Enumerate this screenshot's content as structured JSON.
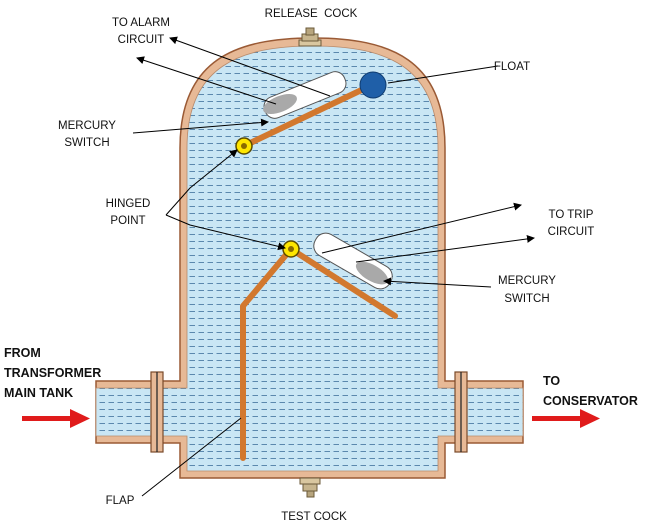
{
  "labels": {
    "release_cock": "RELEASE  COCK",
    "to_alarm_line1": "TO ALARM",
    "to_alarm_line2": "CIRCUIT",
    "float": "FLOAT",
    "mercury_top_line1": "MERCURY",
    "mercury_top_line2": "SWITCH",
    "hinged_line1": "HINGED",
    "hinged_line2": "POINT",
    "to_trip_line1": "TO TRIP",
    "to_trip_line2": "CIRCUIT",
    "mercury_bottom_line1": "MERCURY",
    "mercury_bottom_line2": "SWITCH",
    "from_line1": "FROM",
    "from_line2": "TRANSFORMER",
    "from_line3": "MAIN TANK",
    "to_conservator_line1": "TO",
    "to_conservator_line2": "CONSERVATOR",
    "flap": "FLAP",
    "test_cock": "TEST COCK"
  },
  "colors": {
    "oil": "#c9e6f4",
    "oil_dash": "#5b88ad",
    "shell": "#e7b996",
    "shell_stroke": "#9a5a35",
    "arm": "#d2782e",
    "float": "#1f5fa8",
    "flow_arrow": "#e01b1b",
    "pivot": "#ffe600"
  }
}
